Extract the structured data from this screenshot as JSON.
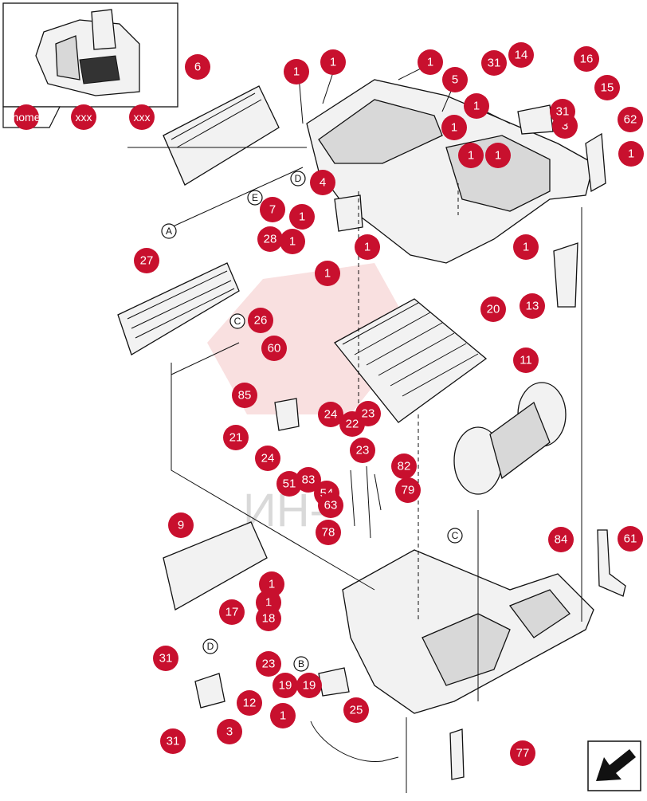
{
  "nav": {
    "home_label": "home",
    "tab2_label": "xxx",
    "tab3_label": "xxx"
  },
  "watermark_text": "ИН-",
  "callouts": [
    "1",
    "1",
    "1",
    "1",
    "1",
    "1",
    "1",
    "1",
    "1",
    "1",
    "1",
    "1",
    "1",
    "1",
    "1",
    "1",
    "3",
    "3",
    "4",
    "5",
    "6",
    "7",
    "9",
    "11",
    "12",
    "13",
    "14",
    "15",
    "16",
    "17",
    "18",
    "19",
    "19",
    "20",
    "21",
    "22",
    "23",
    "23",
    "23",
    "24",
    "24",
    "25",
    "26",
    "27",
    "28",
    "31",
    "31",
    "31",
    "31",
    "51",
    "54",
    "60",
    "61",
    "62",
    "63",
    "77",
    "78",
    "79",
    "82",
    "83",
    "84",
    "85"
  ],
  "letters": [
    "A",
    "B",
    "C",
    "C",
    "D",
    "D",
    "E"
  ],
  "colors": {
    "callout": "#c8102e",
    "watermark": "#d9d9d9"
  },
  "icons": {
    "nav_arrow": "arrow-down-left-icon"
  }
}
